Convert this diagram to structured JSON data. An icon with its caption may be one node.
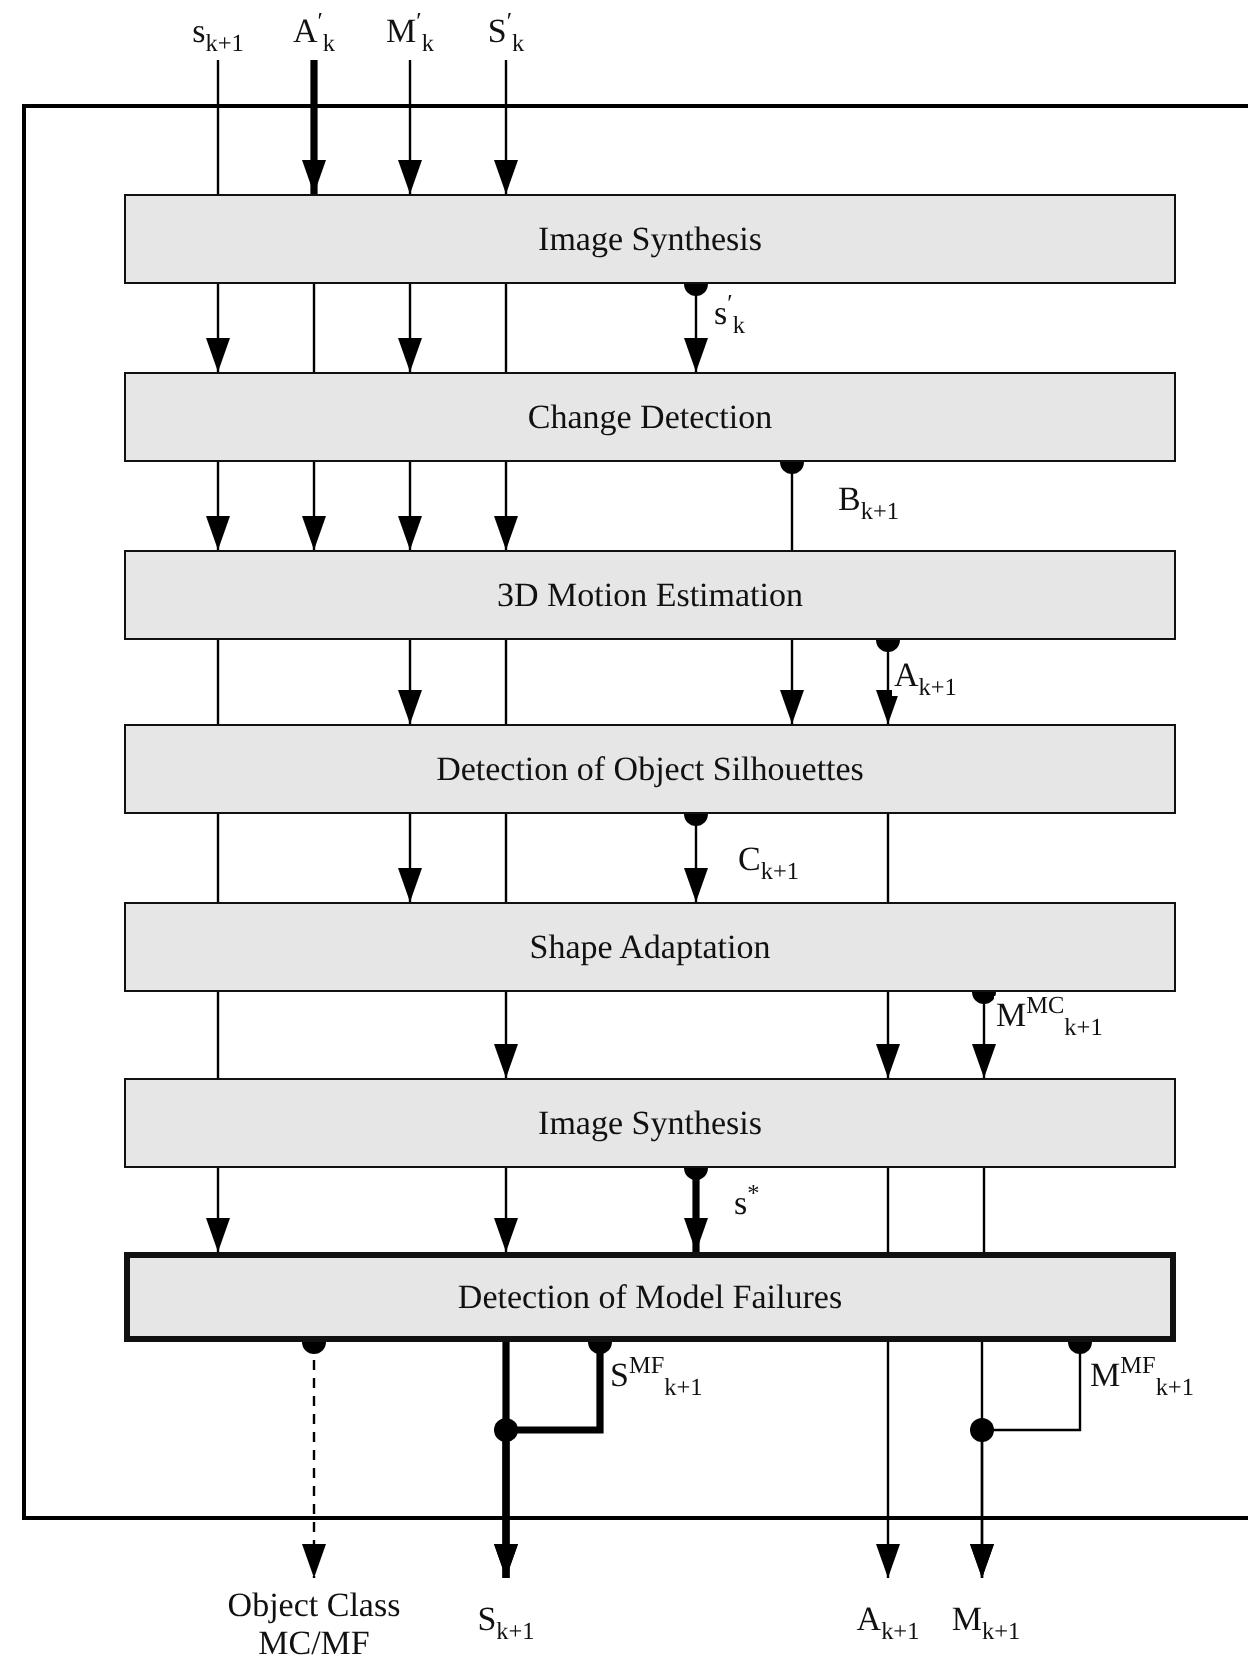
{
  "diagram": {
    "nodes": [
      {
        "text": [
          "Image Synthesis"
        ]
      },
      {
        "text": [
          "Change Detection"
        ]
      },
      {
        "text": [
          "3D Motion Estimation"
        ]
      },
      {
        "text": [
          "Detection of Object Silhouettes"
        ]
      },
      {
        "text": [
          "Shape Adaptation"
        ]
      },
      {
        "text": [
          "Image Synthesis"
        ]
      },
      {
        "text": [
          "Detection of Model Failures"
        ]
      },
      {
        "text": [
          "s$_{k+1}$"
        ]
      },
      {
        "text": [
          "A$^{′}$$_{k}$"
        ]
      },
      {
        "text": [
          "M$^{′}$$_{k}$"
        ]
      },
      {
        "text": [
          "S$^{′}$$_{k}$"
        ]
      },
      {
        "text": [
          "Object Class MC/MF"
        ]
      },
      {
        "text": [
          "S$_{k+1}$"
        ]
      },
      {
        "text": [
          "A$_{k+1}$"
        ]
      },
      {
        "text": [
          "M$_{k+1}$"
        ]
      }
    ],
    "edges": [
      {
        "from": 7,
        "to": 0,
        "arrow": "none"
      },
      {
        "from": 8,
        "to": 0,
        "arrow": "to",
        "style": "thick"
      },
      {
        "from": 9,
        "to": 0,
        "arrow": "to"
      },
      {
        "from": 10,
        "to": 0,
        "arrow": "to"
      },
      {
        "from": 0,
        "to": 1,
        "arrow": "to"
      },
      {
        "from": 0,
        "to": 1,
        "arrow": "none"
      },
      {
        "from": 0,
        "to": 1,
        "arrow": "to"
      },
      {
        "from": 0,
        "to": 1,
        "arrow": "none"
      },
      {
        "from": 0,
        "to": 1,
        "arrow": "to",
        "label": "s$^{′}$$_{k}$"
      },
      {
        "from": 1,
        "to": 2,
        "arrow": "to"
      },
      {
        "from": 1,
        "to": 2,
        "arrow": "to"
      },
      {
        "from": 1,
        "to": 2,
        "arrow": "to"
      },
      {
        "from": 1,
        "to": 2,
        "arrow": "to"
      },
      {
        "from": 1,
        "to": 2,
        "arrow": "other",
        "label": "B$_{k+1}$"
      },
      {
        "from": 2,
        "to": 3,
        "arrow": "none"
      },
      {
        "from": 2,
        "to": 3,
        "arrow": "to"
      },
      {
        "from": 2,
        "to": 3,
        "arrow": "none"
      },
      {
        "from": 2,
        "to": 3,
        "arrow": "to"
      },
      {
        "from": 2,
        "to": 3,
        "arrow": "to",
        "label": "A$_{k+1}$"
      },
      {
        "from": 3,
        "to": 4,
        "arrow": "none"
      },
      {
        "from": 3,
        "to": 4,
        "arrow": "to"
      },
      {
        "from": 3,
        "to": 4,
        "arrow": "none"
      },
      {
        "from": 3,
        "to": 4,
        "arrow": "to",
        "label": "C$_{k+1}$"
      },
      {
        "from": 3,
        "to": 4,
        "arrow": "none"
      },
      {
        "from": 4,
        "to": 5,
        "arrow": "none"
      },
      {
        "from": 4,
        "to": 5,
        "arrow": "to"
      },
      {
        "from": 4,
        "to": 5,
        "arrow": "to"
      },
      {
        "from": 4,
        "to": 5,
        "arrow": "to",
        "label": "M$^{MC}$$_{k+1}$"
      },
      {
        "from": 5,
        "to": 6,
        "arrow": "to"
      },
      {
        "from": 5,
        "to": 6,
        "arrow": "to"
      },
      {
        "from": 5,
        "to": 6,
        "arrow": "to",
        "style": "thick",
        "label": "s$^{*}$"
      },
      {
        "from": 5,
        "to": 6,
        "arrow": "none"
      },
      {
        "from": 5,
        "to": 6,
        "arrow": "none"
      },
      {
        "from": 6,
        "to": 11,
        "arrow": "to",
        "style": "dashed"
      },
      {
        "from": 6,
        "to": 12,
        "arrow": "to",
        "style": "thick"
      },
      {
        "from": 6,
        "to": 12,
        "arrow": "to",
        "style": "thick",
        "label": "S$^{MF}$$_{k+1}$"
      },
      {
        "from": 6,
        "to": 13,
        "arrow": "to"
      },
      {
        "from": 6,
        "to": 14,
        "arrow": "to"
      },
      {
        "from": 6,
        "to": 14,
        "arrow": "to",
        "label": "M$^{MF}$$_{k+1}$"
      }
    ]
  }
}
